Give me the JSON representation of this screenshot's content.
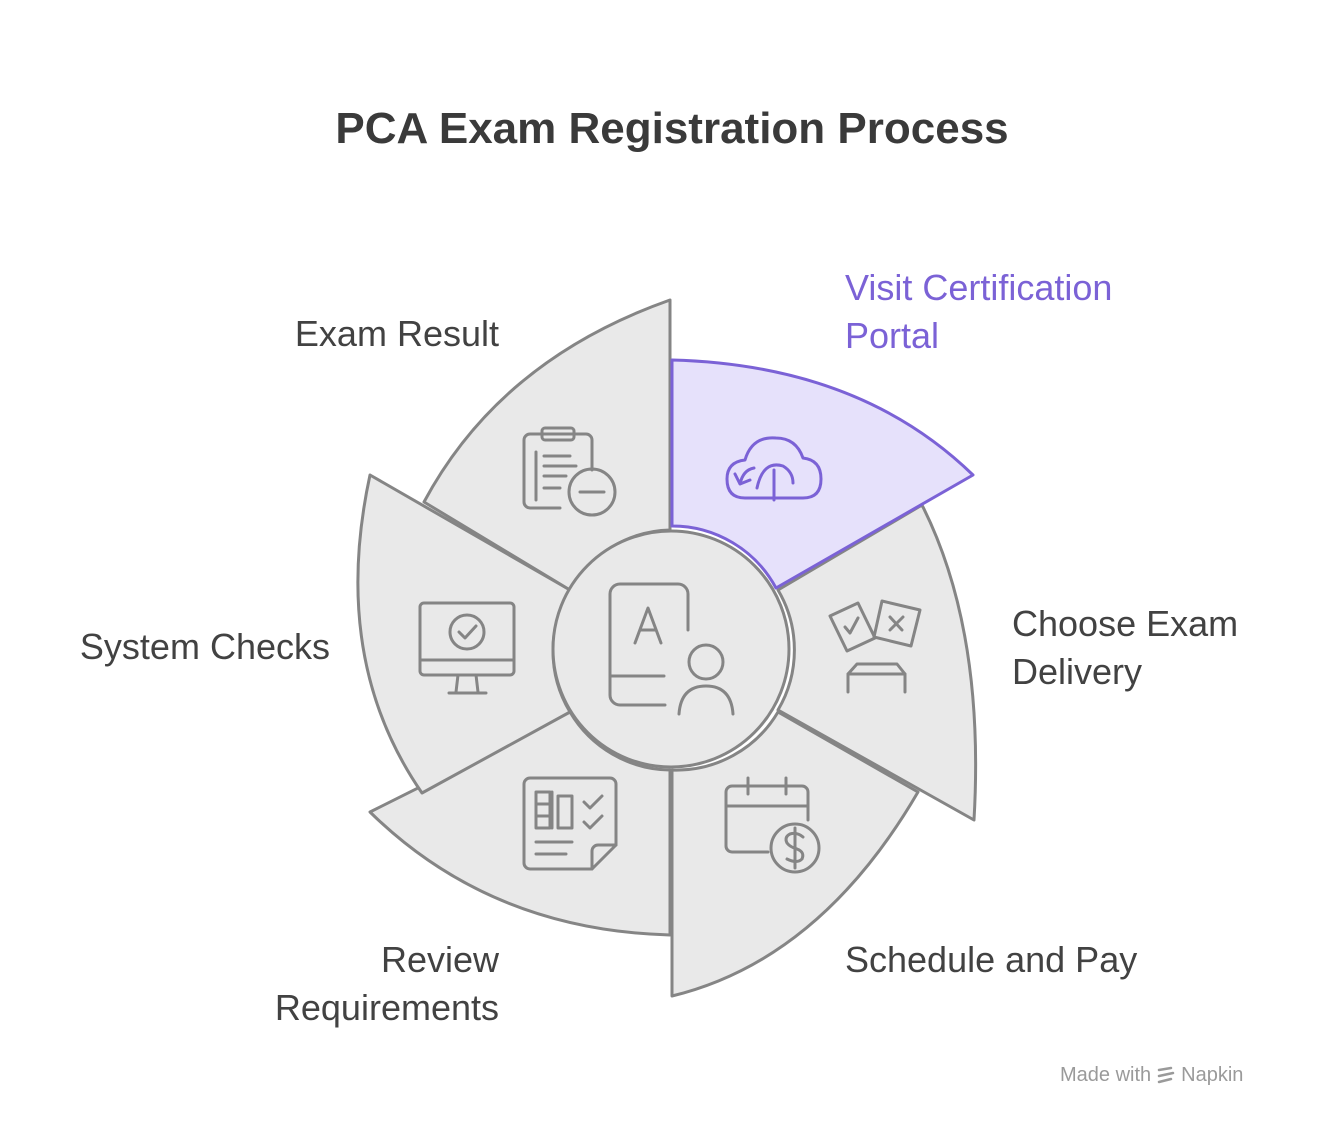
{
  "title": "PCA Exam Registration Process",
  "center": {
    "icon": "user-profile-letter-a-icon"
  },
  "segments": [
    {
      "key": "visit",
      "label_lines": [
        "Visit Certification",
        "Portal"
      ],
      "icon": "cloud-sync-icon",
      "active": true
    },
    {
      "key": "delivery",
      "label_lines": [
        "Choose Exam",
        "Delivery"
      ],
      "icon": "exam-papers-desk-icon",
      "active": false
    },
    {
      "key": "schedule",
      "label_lines": [
        "Schedule and Pay"
      ],
      "icon": "calendar-dollar-icon",
      "active": false
    },
    {
      "key": "review",
      "label_lines": [
        "Review",
        "Requirements"
      ],
      "icon": "document-checklist-icon",
      "active": false
    },
    {
      "key": "system",
      "label_lines": [
        "System Checks"
      ],
      "icon": "monitor-check-icon",
      "active": false
    },
    {
      "key": "result",
      "label_lines": [
        "Exam Result"
      ],
      "icon": "clipboard-minus-icon",
      "active": false
    }
  ],
  "colors": {
    "segment_fill": "#e9e9e9",
    "segment_stroke": "#858585",
    "active_fill": "#e6e1fb",
    "active_stroke": "#7b62d6",
    "active_text": "#7b62d6",
    "text": "#424242"
  },
  "footer": {
    "made_with": "Made with",
    "brand": "Napkin"
  }
}
